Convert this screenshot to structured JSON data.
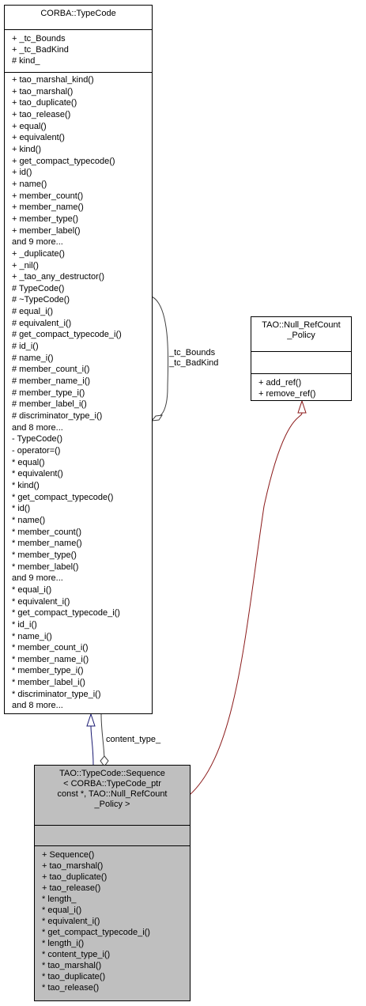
{
  "classes": {
    "typecode": {
      "title": "CORBA::TypeCode",
      "attributes": [
        "+ _tc_Bounds",
        "+ _tc_BadKind",
        "# kind_"
      ],
      "operations": [
        "+ tao_marshal_kind()",
        "+ tao_marshal()",
        "+ tao_duplicate()",
        "+ tao_release()",
        "+ equal()",
        "+ equivalent()",
        "+ kind()",
        "+ get_compact_typecode()",
        "+ id()",
        "+ name()",
        "+ member_count()",
        "+ member_name()",
        "+ member_type()",
        "+ member_label()",
        "and 9 more...",
        "+ _duplicate()",
        "+ _nil()",
        "+ _tao_any_destructor()",
        "# TypeCode()",
        "# ~TypeCode()",
        "# equal_i()",
        "# equivalent_i()",
        "# get_compact_typecode_i()",
        "# id_i()",
        "# name_i()",
        "# member_count_i()",
        "# member_name_i()",
        "# member_type_i()",
        "# member_label_i()",
        "# discriminator_type_i()",
        "and 8 more...",
        "- TypeCode()",
        "- operator=()",
        "* equal()",
        "* equivalent()",
        "* kind()",
        "* get_compact_typecode()",
        "* id()",
        "* name()",
        "* member_count()",
        "* member_name()",
        "* member_type()",
        "* member_label()",
        "and 9 more...",
        "* equal_i()",
        "* equivalent_i()",
        "* get_compact_typecode_i()",
        "* id_i()",
        "* name_i()",
        "* member_count_i()",
        "* member_name_i()",
        "* member_type_i()",
        "* member_label_i()",
        "* discriminator_type_i()",
        "and 8 more..."
      ]
    },
    "null_refcount": {
      "title": "TAO::Null_RefCount\n_Policy",
      "attributes": [],
      "operations": [
        "+ add_ref()",
        "+ remove_ref()"
      ]
    },
    "sequence": {
      "title": "TAO::TypeCode::Sequence\n< CORBA::TypeCode_ptr\n const *, TAO::Null_RefCount\n_Policy >",
      "attributes": [],
      "operations": [
        "+ Sequence()",
        "+ tao_marshal()",
        "+ tao_duplicate()",
        "+ tao_release()",
        "* length_",
        "* equal_i()",
        "* equivalent_i()",
        "* get_compact_typecode_i()",
        "* length_i()",
        "* content_type_i()",
        "* tao_marshal()",
        "* tao_duplicate()",
        "* tao_release()"
      ]
    }
  },
  "edges": {
    "self_assoc_label": "_tc_Bounds\n_tc_BadKind",
    "content_type_label": "content_type_"
  },
  "colors": {
    "inherit_public": "#191970",
    "inherit_template": "#8b1a1a",
    "association": "#404040",
    "highlight_fill": "#bfbfbf"
  }
}
